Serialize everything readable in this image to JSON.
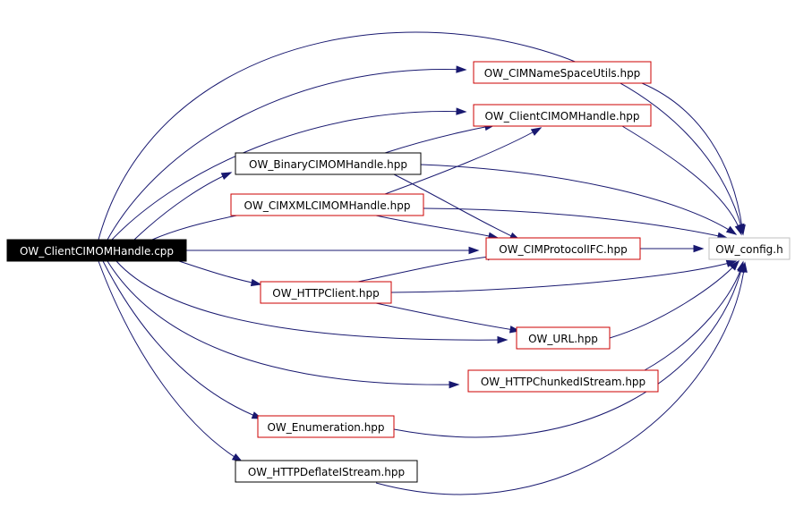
{
  "graph": {
    "nodes": [
      {
        "id": "root",
        "label": "OW_ClientCIMOMHandle.cpp",
        "style": "root"
      },
      {
        "id": "nsutils",
        "label": "OW_CIMNameSpaceUtils.hpp",
        "style": "red"
      },
      {
        "id": "clienth",
        "label": "OW_ClientCIMOMHandle.hpp",
        "style": "red"
      },
      {
        "id": "binary",
        "label": "OW_BinaryCIMOMHandle.hpp",
        "style": "black"
      },
      {
        "id": "cimxml",
        "label": "OW_CIMXMLCIMOMHandle.hpp",
        "style": "red"
      },
      {
        "id": "protocol",
        "label": "OW_CIMProtocolIFC.hpp",
        "style": "red"
      },
      {
        "id": "config",
        "label": "OW_config.h",
        "style": "gray"
      },
      {
        "id": "httpclient",
        "label": "OW_HTTPClient.hpp",
        "style": "red"
      },
      {
        "id": "url",
        "label": "OW_URL.hpp",
        "style": "red"
      },
      {
        "id": "chunked",
        "label": "OW_HTTPChunkedIStream.hpp",
        "style": "red"
      },
      {
        "id": "enumeration",
        "label": "OW_Enumeration.hpp",
        "style": "red"
      },
      {
        "id": "deflate",
        "label": "OW_HTTPDeflateIStream.hpp",
        "style": "black"
      }
    ],
    "edges": [
      [
        "root",
        "nsutils"
      ],
      [
        "root",
        "clienth"
      ],
      [
        "root",
        "binary"
      ],
      [
        "root",
        "cimxml"
      ],
      [
        "root",
        "protocol"
      ],
      [
        "root",
        "config"
      ],
      [
        "root",
        "httpclient"
      ],
      [
        "root",
        "url"
      ],
      [
        "root",
        "chunked"
      ],
      [
        "root",
        "enumeration"
      ],
      [
        "root",
        "deflate"
      ],
      [
        "nsutils",
        "config"
      ],
      [
        "clienth",
        "config"
      ],
      [
        "binary",
        "clienth"
      ],
      [
        "binary",
        "protocol"
      ],
      [
        "binary",
        "config"
      ],
      [
        "cimxml",
        "clienth"
      ],
      [
        "cimxml",
        "protocol"
      ],
      [
        "cimxml",
        "config"
      ],
      [
        "protocol",
        "config"
      ],
      [
        "httpclient",
        "protocol"
      ],
      [
        "httpclient",
        "config"
      ],
      [
        "httpclient",
        "url"
      ],
      [
        "url",
        "config"
      ],
      [
        "chunked",
        "config"
      ],
      [
        "enumeration",
        "config"
      ],
      [
        "deflate",
        "config"
      ]
    ],
    "colors": {
      "edge": "#191970",
      "red_border": "#cc0000",
      "black_border": "#000000",
      "gray_border": "#bfbfbf",
      "root_fill": "#000000",
      "root_text": "#ffffff",
      "node_fill": "#ffffff",
      "node_text": "#000000"
    }
  }
}
